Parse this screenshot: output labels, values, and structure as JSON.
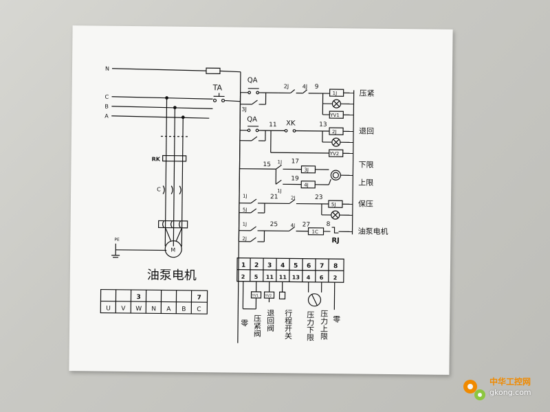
{
  "lines": {
    "n": "N",
    "c": "C",
    "b": "B",
    "a": "A",
    "pe": "PE"
  },
  "components": {
    "ta": "TA",
    "qa1": "QA",
    "qa2": "QA",
    "xk": "XK",
    "rk": "RK",
    "cap": "C",
    "motor": "M",
    "rj": "RJ"
  },
  "wire_numbers": {
    "n9": "9",
    "n11": "11",
    "n13": "13",
    "n15": "15",
    "n17": "17",
    "n19": "19",
    "n21": "21",
    "n23": "23",
    "n25": "25",
    "n27": "27",
    "n8": "8"
  },
  "contacts": {
    "c2j_1": "2J",
    "c4j_1": "4J",
    "c3j": "3J",
    "c1j_a": "1J",
    "c1j_b": "1J",
    "c1j_c": "1J",
    "c5j": "5J",
    "c2j_2": "2J",
    "c1j_d": "1J",
    "c2j_3": "2J",
    "c4j_2": "4J"
  },
  "coils": {
    "k1j": "1J",
    "yv1": "YV1",
    "k2j": "2J",
    "yv2": "YV2",
    "k3j": "3J",
    "k4j": "4J",
    "k5j": "5J",
    "k1c": "1C"
  },
  "functions": {
    "press": "压紧",
    "retract": "退回",
    "down_limit": "下限",
    "up_limit": "上限",
    "hold": "保压",
    "pump_motor": "油泵电机"
  },
  "motor_caption": "油泵电机",
  "motor_terminals": {
    "top": [
      "",
      "",
      "3",
      "",
      "",
      "",
      "7"
    ],
    "bottom": [
      "U",
      "V",
      "W",
      "N",
      "A",
      "B",
      "C"
    ]
  },
  "ctrl_terminals": {
    "top": [
      "1",
      "2",
      "3",
      "4",
      "5",
      "6",
      "7",
      "8"
    ],
    "bottom": [
      "2",
      "5",
      "11",
      "11",
      "13",
      "4",
      "6",
      "2"
    ]
  },
  "ctrl_labels": {
    "zero1": "零",
    "press_valve": "压紧阀",
    "retract_valve": "退回阀",
    "travel_switch": "行程开关",
    "p_low": "压力下限",
    "p_high": "压力上限",
    "zero2": "零",
    "yv1": "YV1",
    "yv2": "YV2"
  },
  "watermark": {
    "top": "中华工控网",
    "bottom": "gkong.com"
  },
  "colors": {
    "paper": "#f7f7f5",
    "ink": "#111111",
    "watermark": "#f08a00"
  }
}
